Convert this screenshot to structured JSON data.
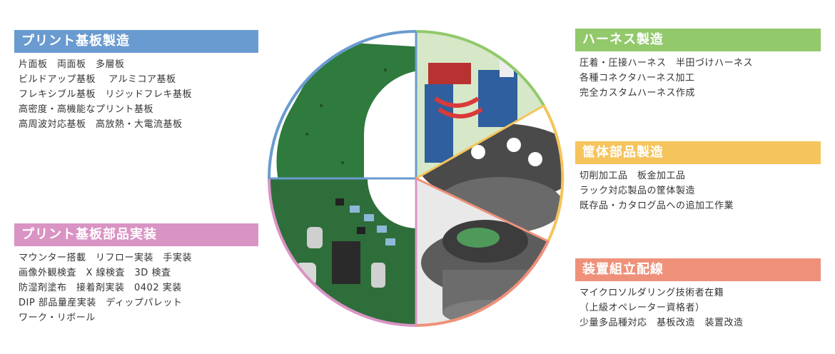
{
  "sections": {
    "pcb_manufacturing": {
      "title": "プリント基板製造",
      "color": "#6a9bd0",
      "lines": [
        "片面板　両面板　多層板",
        "ビルドアップ基板　 アルミコア基板",
        "フレキシブル基板　リジッドフレキ基板",
        "高密度・高機能なプリント基板",
        "高周波対応基板　高放熱・大電流基板"
      ]
    },
    "pcb_assembly": {
      "title": "プリント基板部品実装",
      "color": "#d994c4",
      "lines": [
        "マウンター搭載　リフロー実装　手実装",
        "画像外観検査　X 線検査　3D 検査",
        "防湿剤塗布　接着剤実装　0402 実装",
        "DIP 部品量産実装　ディップパレット",
        "ワーク・リボール"
      ]
    },
    "harness": {
      "title": "ハーネス製造",
      "color": "#92c96b",
      "lines": [
        "圧着・圧接ハーネス　半田づけハーネス",
        "各種コネクタハーネス加工",
        "完全カスタムハーネス作成"
      ]
    },
    "enclosure": {
      "title": "筐体部品製造",
      "color": "#f5c45c",
      "lines": [
        "切削加工品　板金加工品",
        "ラック対応製品の筐体製造",
        "既存品・カタログ品への追加工作業"
      ]
    },
    "wiring": {
      "title": "装置組立配線",
      "color": "#ef917a",
      "lines": [
        "マイクロソルダリング技術者在籍",
        "（上級オペレーター資格者）",
        "少量多品種対応　基板改造　装置改造"
      ]
    }
  }
}
